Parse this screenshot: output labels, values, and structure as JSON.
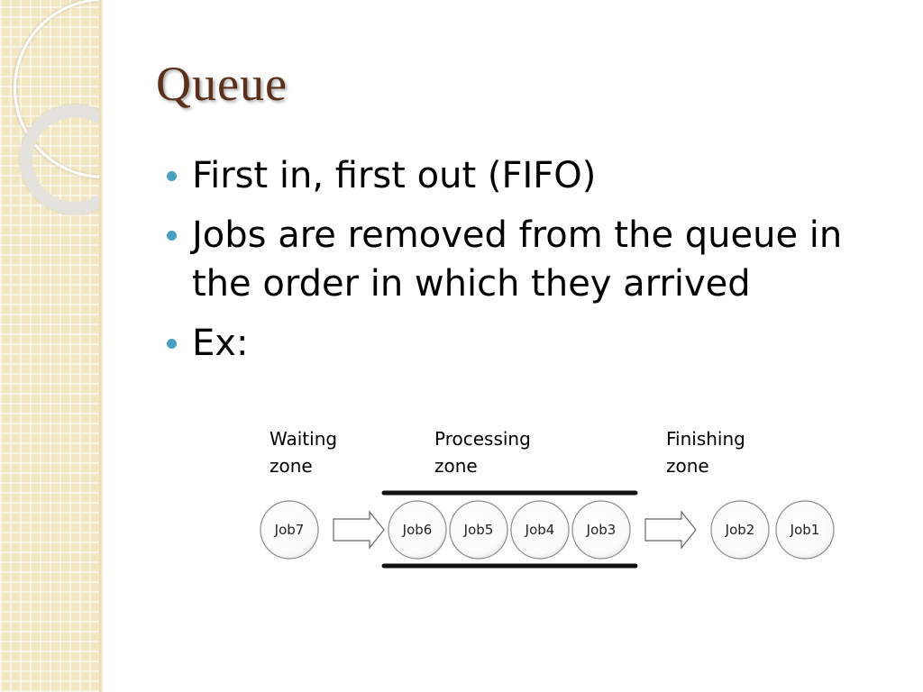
{
  "slide": {
    "title": "Queue",
    "bullets": [
      "First in, first out (FIFO)",
      "Jobs are removed from the queue in the order in which they arrived",
      "Ex:"
    ]
  },
  "diagram": {
    "zones": [
      {
        "line1": "Waiting",
        "line2": "zone"
      },
      {
        "line1": "Processing",
        "line2": "zone"
      },
      {
        "line1": "Finishing",
        "line2": "zone"
      }
    ],
    "jobs": [
      "Job7",
      "Job6",
      "Job5",
      "Job4",
      "Job3",
      "Job2",
      "Job1"
    ]
  },
  "colors": {
    "title": "#5a2f1c",
    "bullet_dot": "#4aa0c0",
    "sidebar": "#f3e6c3"
  }
}
